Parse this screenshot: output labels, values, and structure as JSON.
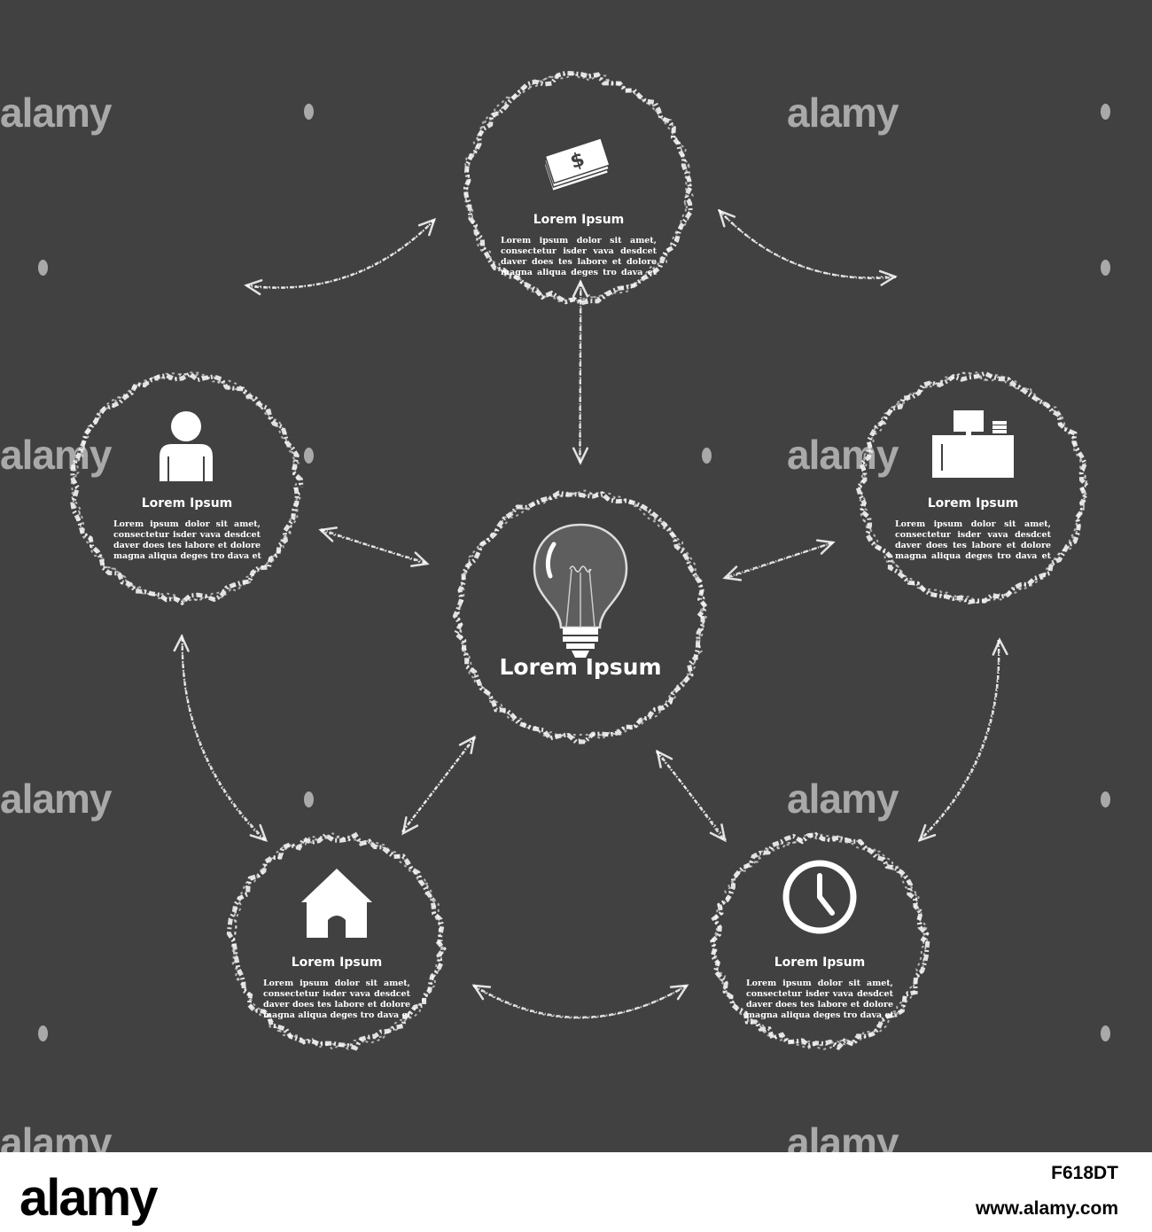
{
  "diagram": {
    "center": {
      "title": "Lorem Ipsum",
      "icon": "lightbulb-icon"
    },
    "nodes": [
      {
        "id": "top",
        "icon": "money-icon",
        "title": "Lorem Ipsum",
        "lines": [
          "Lorem ipsum dolor sit amet,",
          "consectetur isder vava desdcet",
          "daver does tes  labore et dolore",
          "magna aliqua deges tro dava et"
        ]
      },
      {
        "id": "right",
        "icon": "desk-icon",
        "title": "Lorem Ipsum",
        "lines": [
          "Lorem ipsum dolor sit amet,",
          "consectetur isder vava desdcet",
          "daver does tes  labore et dolore",
          "magna aliqua deges tro dava et"
        ]
      },
      {
        "id": "bottom-right",
        "icon": "clock-icon",
        "title": "Lorem Ipsum",
        "lines": [
          "Lorem ipsum dolor sit amet,",
          "consectetur isder vava desdcet",
          "daver does tes  labore et dolore",
          "magna aliqua deges tro dava et"
        ]
      },
      {
        "id": "bottom-left",
        "icon": "house-icon",
        "title": "Lorem Ipsum",
        "lines": [
          "Lorem ipsum dolor sit amet,",
          "consectetur isder vava desdcet",
          "daver does tes  labore et dolore",
          "magna aliqua deges tro dava et"
        ]
      },
      {
        "id": "left",
        "icon": "person-icon",
        "title": "Lorem Ipsum",
        "lines": [
          "Lorem ipsum dolor sit amet,",
          "consectetur isder vava desdcet",
          "daver does tes  labore et dolore",
          "magna aliqua deges tro dava et"
        ]
      }
    ],
    "colors": {
      "background": "#414141",
      "chalk": "#ffffff"
    }
  },
  "watermark": {
    "text": "alamy"
  },
  "footer": {
    "brand": "alamy",
    "image_code": "F618DT",
    "url": "www.alamy.com"
  }
}
